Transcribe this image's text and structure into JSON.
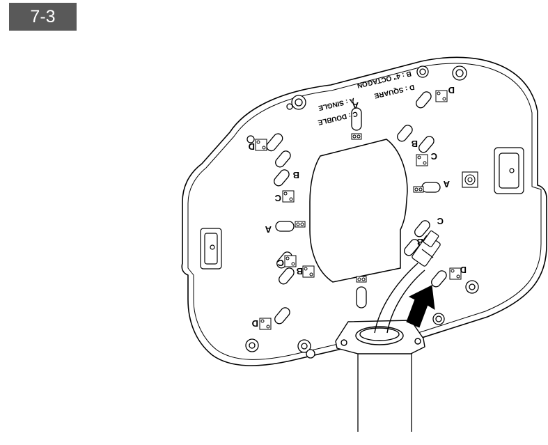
{
  "step": {
    "label": "7-3"
  },
  "plate": {
    "legend": {
      "single": "A : SINGLE",
      "double": "C : DOUBLE",
      "octagon": "B : 4\" OCTAGON",
      "square": "D : SQUARE"
    },
    "hole_labels": {
      "a": "A",
      "b": "B",
      "c": "C",
      "d": "D"
    }
  }
}
